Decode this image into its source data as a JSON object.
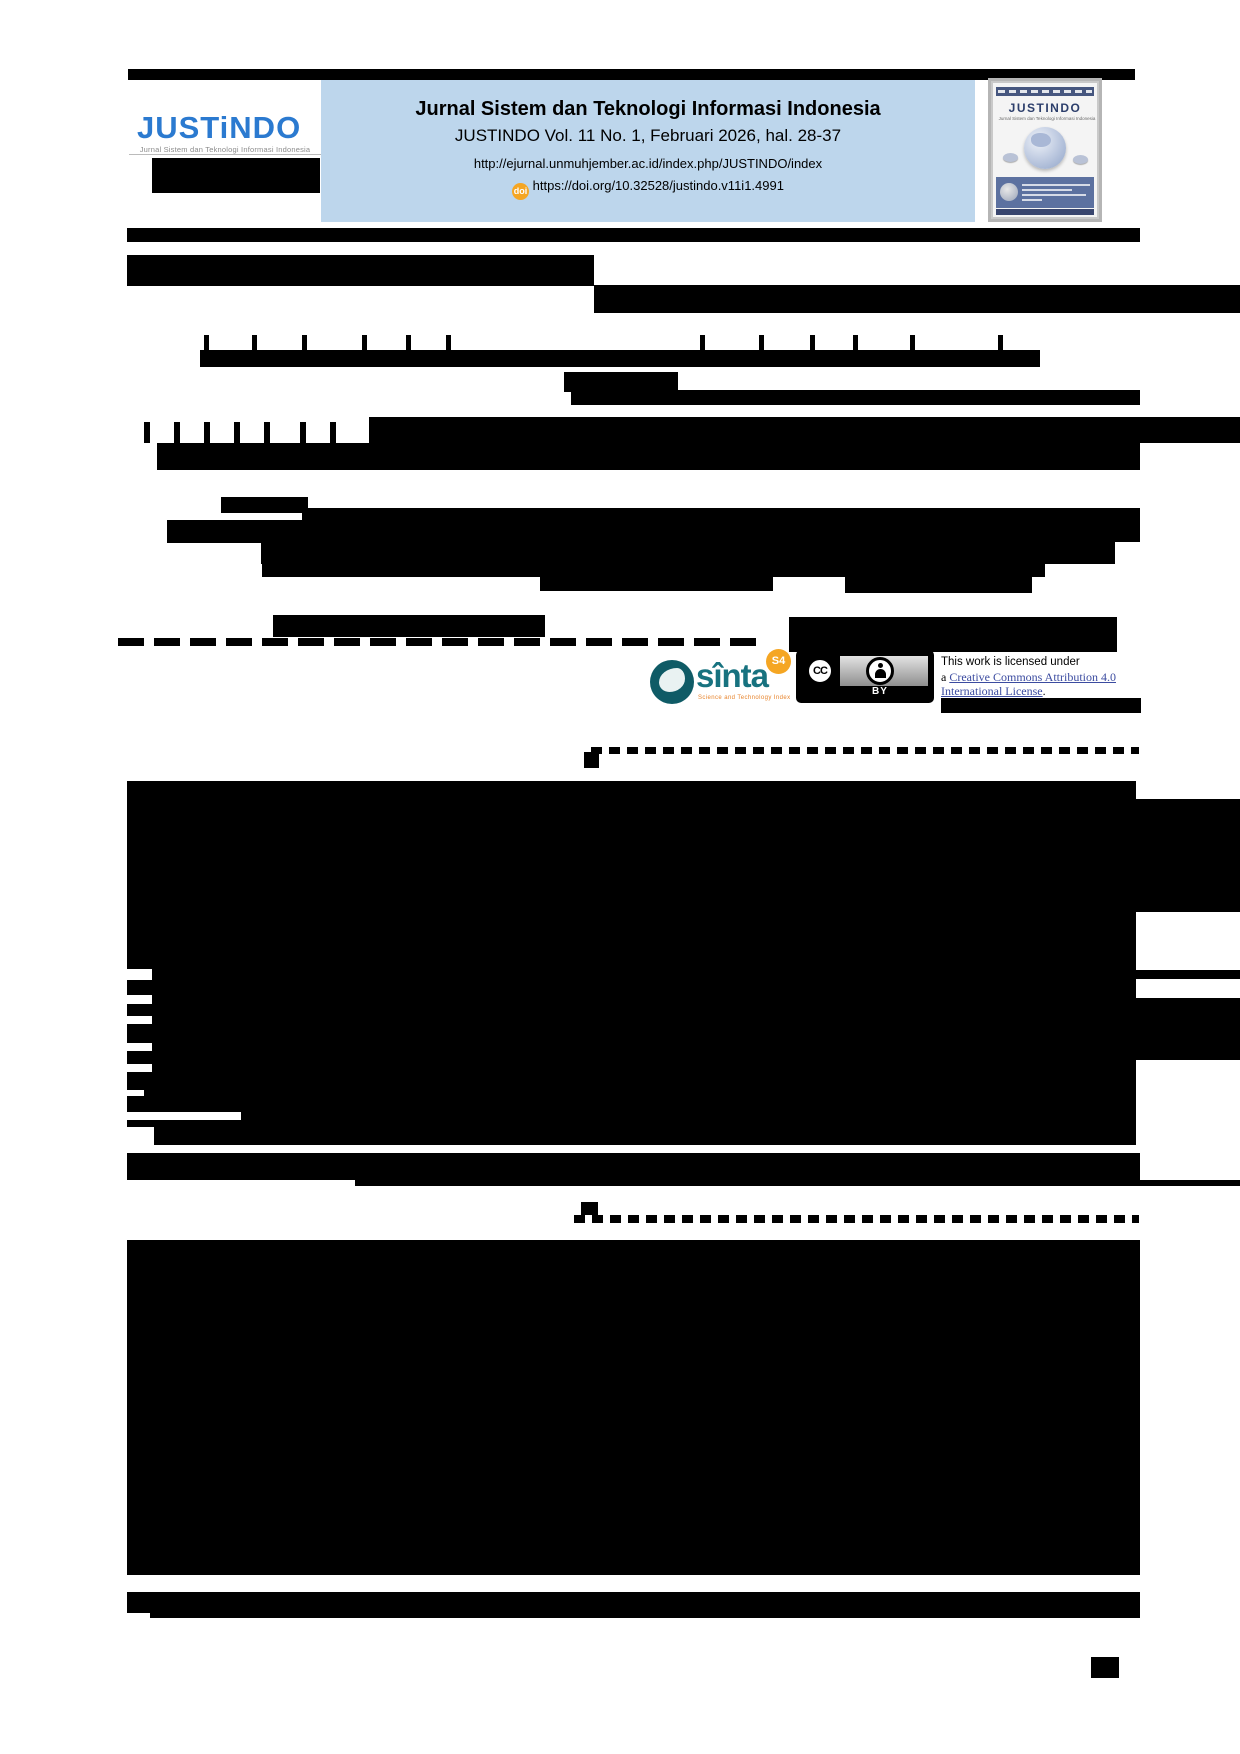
{
  "header": {
    "logo": {
      "wordmark": "JUSTiNDO",
      "tagline": "Jurnal Sistem dan Teknologi Informasi Indonesia"
    },
    "banner": {
      "title": "Jurnal Sistem dan Teknologi Informasi Indonesia",
      "issue": "JUSTINDO Vol. 11 No. 1, Februari 2026, hal. 28-37",
      "url": "http://ejurnal.unmuhjember.ac.id/index.php/JUSTINDO/index",
      "doi_label": "doi",
      "doi_url": "https://doi.org/10.32528/justindo.v11i1.4991",
      "background": "#bdd6ec"
    },
    "cover": {
      "masthead": "JUSTINDO",
      "tagline": "Jurnal Sistem dan Teknologi Informasi Indonesia"
    }
  },
  "badges": {
    "sinta": {
      "wordmark": "sînta",
      "tagline": "Science and Technology Index",
      "rank": "S4"
    },
    "cc": {
      "cc_label": "CC",
      "by_label": "BY"
    }
  },
  "license": {
    "line1": "This work is licensed under",
    "prefix": "a ",
    "link": "Creative Commons Attribution 4.0 International License",
    "suffix": "."
  },
  "colors": {
    "logo_blue": "#2b7ad0",
    "banner_bg": "#bdd6ec",
    "doi_badge_orange": "#f5a623",
    "sinta_teal": "#17727f",
    "sinta_orange": "#f5a623",
    "link_blue": "#3b4ba0",
    "redaction": "#000000"
  }
}
